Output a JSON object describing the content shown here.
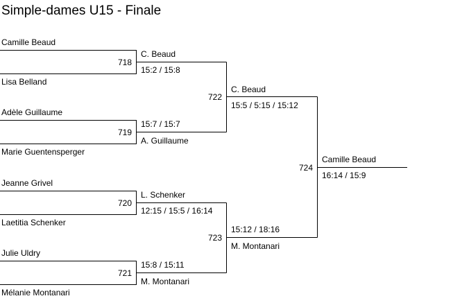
{
  "title": "Simple-dames U15 - Finale",
  "players": [
    "Camille Beaud",
    "Lisa Belland",
    "Adèle Guillaume",
    "Marie Guentensperger",
    "Jeanne Grivel",
    "Laetitia Schenker",
    "Julie Uldry",
    "Mélanie Montanari"
  ],
  "matches": [
    {
      "id": "718",
      "winner": "C. Beaud",
      "score": "15:2 / 15:8"
    },
    {
      "id": "719",
      "winner": "A. Guillaume",
      "score": "15:7 / 15:7"
    },
    {
      "id": "720",
      "winner": "L. Schenker",
      "score": "12:15 / 15:5 / 16:14"
    },
    {
      "id": "721",
      "winner": "M. Montanari",
      "score": "15:8 / 15:11"
    },
    {
      "id": "722",
      "winner": "C. Beaud",
      "score": "15:5 / 5:15 / 15:12"
    },
    {
      "id": "723",
      "winner": "M. Montanari",
      "score": "15:12 / 18:16"
    },
    {
      "id": "724",
      "winner": "Camille Beaud",
      "score": "16:14 / 15:9"
    }
  ]
}
